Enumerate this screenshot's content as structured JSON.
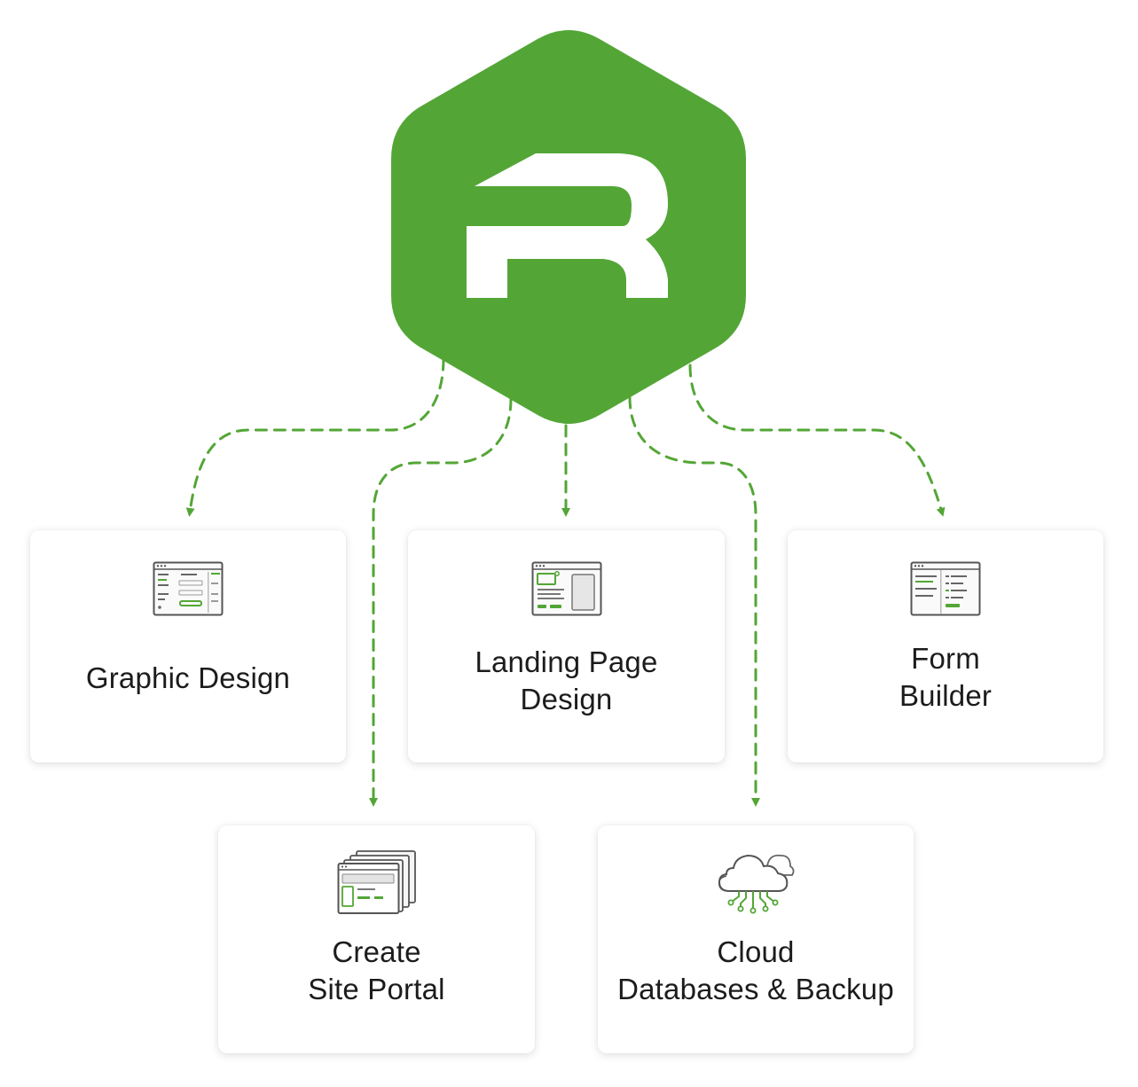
{
  "brand": {
    "logo_letter": "R",
    "accent": "#53a636",
    "accent_dark": "#3f8f28"
  },
  "nodes": [
    {
      "id": "graphic",
      "lines": [
        "Graphic Design"
      ],
      "icon": "layout-editor-icon"
    },
    {
      "id": "landing",
      "lines": [
        "Landing Page",
        "Design"
      ],
      "icon": "landing-page-icon"
    },
    {
      "id": "form",
      "lines": [
        "Form",
        "Builder"
      ],
      "icon": "form-builder-icon"
    },
    {
      "id": "portal",
      "lines": [
        "Create",
        "Site Portal"
      ],
      "icon": "stacked-windows-icon"
    },
    {
      "id": "cloud",
      "lines": [
        "Cloud",
        "Databases & Backup"
      ],
      "icon": "cloud-network-icon"
    }
  ]
}
